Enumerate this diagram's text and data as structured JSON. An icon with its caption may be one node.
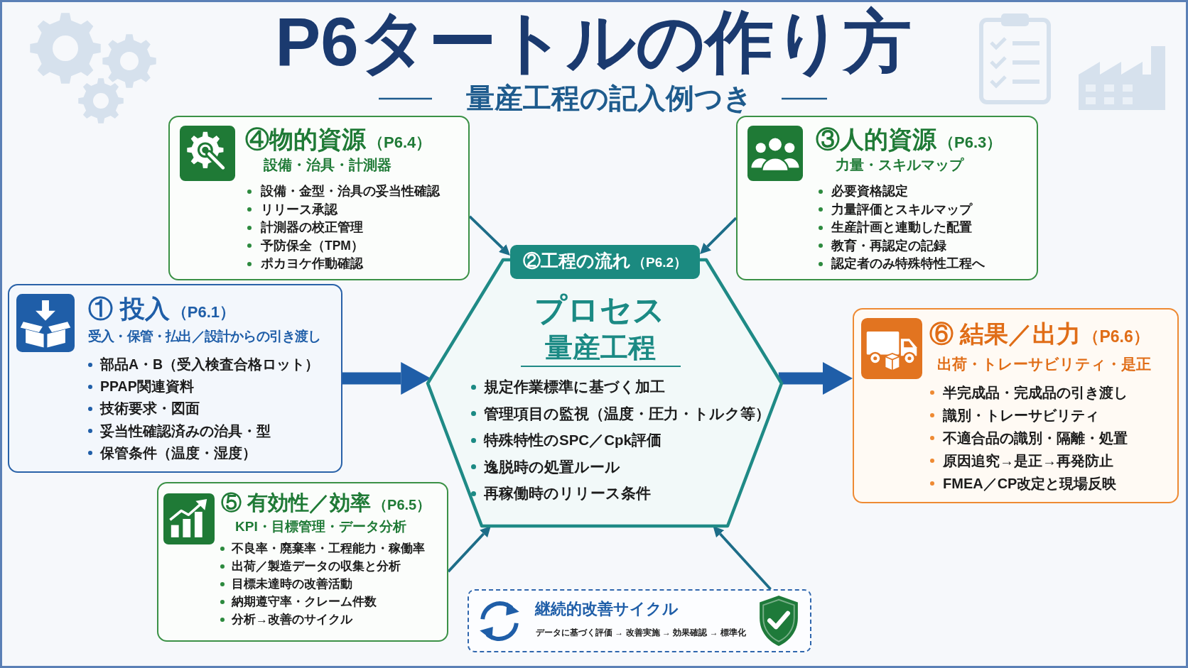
{
  "diagram": {
    "title": "P6タートルの作り方",
    "nodes": [
      {
        "text": [
          "④物的資源",
          "（P6.4）",
          "設備・治具・計測器",
          "設備・金型・治具の妥当性確認",
          "リリース承認",
          "計測器の校正管理",
          "予防保全（TPM）",
          "ポカヨケ作動確認"
        ]
      },
      {
        "text": [
          "③人的資源",
          "（P6.3）",
          "力量・スキルマップ",
          "必要資格認定",
          "力量評価とスキルマップ",
          "生産計画と連動した配置",
          "教育・再認定の記録",
          "認定者のみ特殊特性工程へ"
        ]
      },
      {
        "text": [
          "① 投入",
          "（P6.1）",
          "受入・保管・払出／設計からの引き渡し",
          "部品A・B（受入検査合格ロット）",
          "PPAP関連資料",
          "技術要求・図面",
          "妥当性確認済みの治具・型",
          "保管条件（温度・湿度）"
        ]
      },
      {
        "text": [
          "②工程の流れ",
          "（P6.2）",
          "プロセス",
          "量産工程",
          "規定作業標準に基づく加工",
          "管理項目の監視（温度・圧力・トルク等）",
          "特殊特性のSPC／Cpk評価",
          "逸脱時の処置ルール",
          "再稼働時のリリース条件"
        ]
      },
      {
        "text": [
          "⑥ 結果／出力",
          "（P6.6）",
          "出荷・トレーサビリティ・是正",
          "半完成品・完成品の引き渡し",
          "識別・トレーサビリティ",
          "不適合品の識別・隔離・処置",
          "原因追究→是正→再発防止",
          "FMEA／CP改定と現場反映"
        ]
      },
      {
        "text": [
          "⑤ 有効性／効率",
          "（P6.5）",
          "KPI・目標管理・データ分析",
          "不良率・廃棄率・工程能力・稼働率",
          "出荷／製造データの収集と分析",
          "目標未達時の改善活動",
          "納期遵守率・クレーム件数",
          "分析→改善のサイクル"
        ]
      },
      {
        "text": [
          "継続的改善サイクル",
          "データに基づく評価 → 改善実施 → 効果確認 → 標準化"
        ]
      }
    ],
    "edges": [
      {
        "from": 2,
        "to": 3,
        "arrow": "to",
        "style": "thick",
        "color": "#1f5ea8"
      },
      {
        "from": 3,
        "to": 4,
        "arrow": "to",
        "style": "thick",
        "color": "#1f5ea8"
      },
      {
        "from": 0,
        "to": 3,
        "arrow": "to"
      },
      {
        "from": 1,
        "to": 3,
        "arrow": "to"
      },
      {
        "from": 5,
        "to": 3,
        "arrow": "to"
      },
      {
        "from": 6,
        "to": 3,
        "arrow": "to"
      }
    ],
    "labels": [
      "量産工程の記入例つき"
    ]
  }
}
